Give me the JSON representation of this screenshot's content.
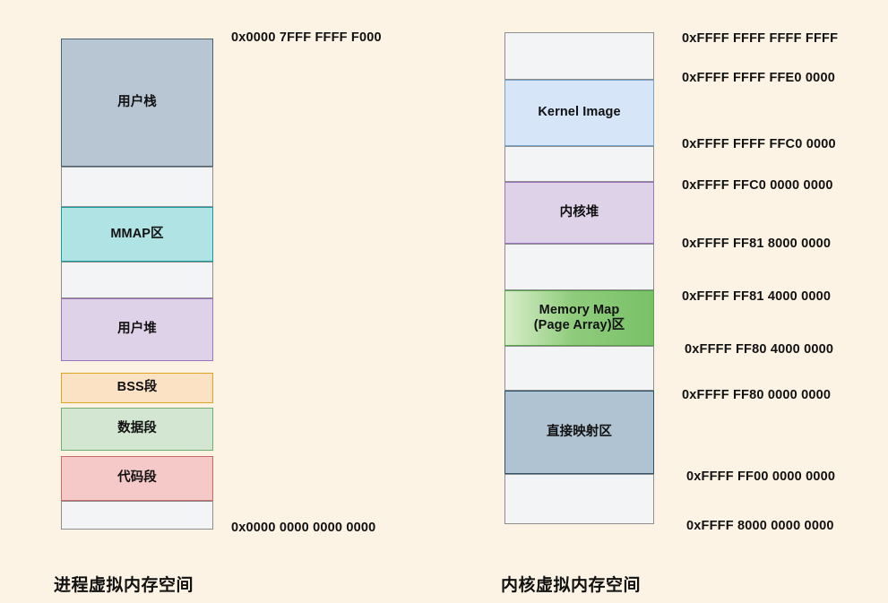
{
  "page": {
    "background_color": "#fdf3e5",
    "text_color": "#111111"
  },
  "process_space": {
    "caption": "进程虚拟内存空间",
    "top_address": "0x0000 7FFF FFFF F000",
    "bottom_address": "0x0000 0000 0000 0000",
    "segments": [
      {
        "label": "用户栈",
        "fill": "#b8c6d4",
        "border": "#4a6272"
      },
      {
        "label": "",
        "fill": "#f2f4f5",
        "border": "#8d8d8d"
      },
      {
        "label": "MMAP区",
        "fill": "#b0e4e4",
        "border": "#159e9e"
      },
      {
        "label": "",
        "fill": "#f2f4f5",
        "border": "#8d8d8d"
      },
      {
        "label": "用户堆",
        "fill": "#ded2e8",
        "border": "#9b74bd"
      },
      {
        "label": "BSS段",
        "fill": "#fce2c4",
        "border": "#e0a422"
      },
      {
        "label": "数据段",
        "fill": "#d2e6d2",
        "border": "#72ad72"
      },
      {
        "label": "代码段",
        "fill": "#f6c9c9",
        "border": "#c76a6a"
      },
      {
        "label": "",
        "fill": "#f2f4f5",
        "border": "#8d8d8d"
      }
    ]
  },
  "kernel_space": {
    "caption": "内核虚拟内存空间",
    "segments": [
      {
        "label": "",
        "fill": "#f2f4f5",
        "border": "#8d8d8d"
      },
      {
        "label": "Kernel Image",
        "fill": "#d6e5f8",
        "border": "#7aa3cc"
      },
      {
        "label": "",
        "fill": "#f2f4f5",
        "border": "#8d8d8d"
      },
      {
        "label": "内核堆",
        "fill": "#ded2e8",
        "border": "#9b74bd"
      },
      {
        "label": "",
        "fill": "#f2f4f5",
        "border": "#8d8d8d"
      },
      {
        "label": "Memory Map\n(Page Array)区",
        "fill": "#8fcc7c",
        "border": "#5aa348"
      },
      {
        "label": "",
        "fill": "#f2f4f5",
        "border": "#8d8d8d"
      },
      {
        "label": "直接映射区",
        "fill": "#b0c3d2",
        "border": "#2d526b"
      },
      {
        "label": "",
        "fill": "#f2f4f5",
        "border": "#8d8d8d"
      }
    ],
    "addresses": [
      "0xFFFF FFFF FFFF FFFF",
      "0xFFFF FFFF FFE0 0000",
      "0xFFFF FFFF FFC0 0000",
      "0xFFFF FFC0 0000 0000",
      "0xFFFF FF81 8000 0000",
      "0xFFFF FF81 4000 0000",
      "0xFFFF FF80 4000 0000",
      "0xFFFF FF80 0000 0000",
      "0xFFFF FF00 0000 0000",
      "0xFFFF 8000 0000 0000"
    ]
  }
}
